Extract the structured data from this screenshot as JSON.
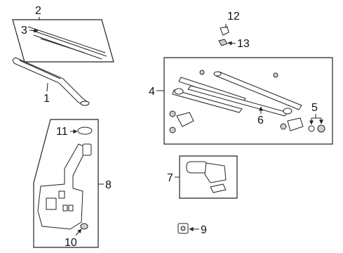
{
  "callouts": {
    "c1": "1",
    "c2": "2",
    "c3": "3",
    "c4": "4",
    "c5": "5",
    "c6": "6",
    "c7": "7",
    "c8": "8",
    "c9": "9",
    "c10": "10",
    "c11": "11",
    "c12": "12",
    "c13": "13"
  },
  "colors": {
    "stroke": "#222222",
    "background": "#ffffff"
  }
}
